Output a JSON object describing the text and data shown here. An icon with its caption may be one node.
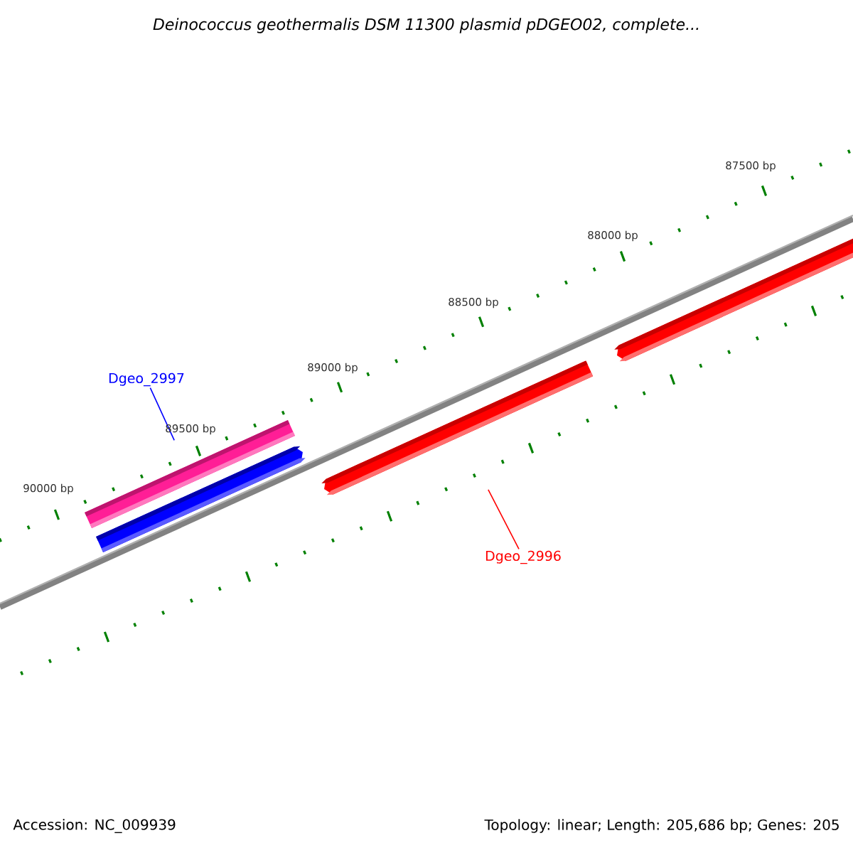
{
  "diagram": {
    "title": "*Deinococcus geothermalis* DSM 11300 plasmid pDGEO02, complete...",
    "nodes": [
      {
        "text": [
          "Dgeo_2997"
        ]
      },
      {
        "text": [],
        "shape": "bar"
      },
      {
        "text": [],
        "shape": "bar"
      },
      {
        "text": [],
        "shape": "bar"
      },
      {
        "text": [],
        "shape": "bar"
      },
      {
        "text": [
          "Dgeo_2996"
        ]
      }
    ],
    "edges": [
      {
        "from": 0,
        "to": 1,
        "arrow": "none",
        "color": "#0000ff"
      },
      {
        "from": 5,
        "to": 3,
        "arrow": "none",
        "color": "#ff0000"
      }
    ],
    "labels": [
      "87500 bp",
      "88000 bp",
      "88500 bp",
      "89000 bp",
      "89500 bp",
      "90000 bp",
      "Accession: NC_009939",
      "Topology: linear; Length: 205,686 bp; Genes: 205"
    ]
  }
}
